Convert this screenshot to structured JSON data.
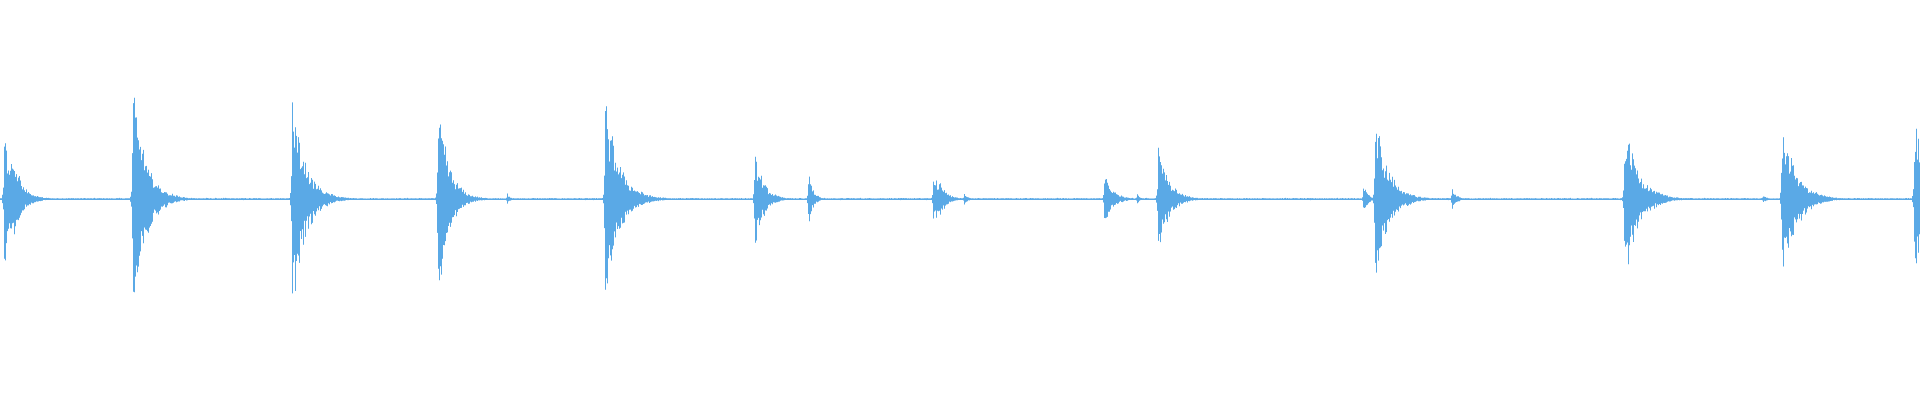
{
  "waveform": {
    "color": "#5aa9e6",
    "background": "#ffffff",
    "baseline_amplitude": 0.006,
    "events": [
      {
        "t": 0.002,
        "peak": 0.62,
        "decay": 0.01,
        "double": 0.004
      },
      {
        "t": 0.069,
        "peak": 1.0,
        "decay": 0.012,
        "double": 0.002
      },
      {
        "t": 0.152,
        "peak": 0.97,
        "decay": 0.012
      },
      {
        "t": 0.228,
        "peak": 0.86,
        "decay": 0.01
      },
      {
        "t": 0.264,
        "peak": 0.05,
        "decay": 0.003
      },
      {
        "t": 0.315,
        "peak": 0.88,
        "decay": 0.013
      },
      {
        "t": 0.393,
        "peak": 0.43,
        "decay": 0.008
      },
      {
        "t": 0.421,
        "peak": 0.26,
        "decay": 0.004
      },
      {
        "t": 0.486,
        "peak": 0.24,
        "decay": 0.008,
        "double": 0.003
      },
      {
        "t": 0.502,
        "peak": 0.06,
        "decay": 0.003
      },
      {
        "t": 0.575,
        "peak": 0.23,
        "decay": 0.008
      },
      {
        "t": 0.592,
        "peak": 0.05,
        "decay": 0.003
      },
      {
        "t": 0.603,
        "peak": 0.47,
        "decay": 0.01
      },
      {
        "t": 0.71,
        "peak": 0.13,
        "decay": 0.004
      },
      {
        "t": 0.716,
        "peak": 0.76,
        "decay": 0.012
      },
      {
        "t": 0.756,
        "peak": 0.11,
        "decay": 0.004
      },
      {
        "t": 0.846,
        "peak": 0.71,
        "decay": 0.013
      },
      {
        "t": 0.918,
        "peak": 0.05,
        "decay": 0.003
      },
      {
        "t": 0.928,
        "peak": 0.72,
        "decay": 0.013
      },
      {
        "t": 0.997,
        "peak": 0.82,
        "decay": 0.008
      }
    ]
  }
}
